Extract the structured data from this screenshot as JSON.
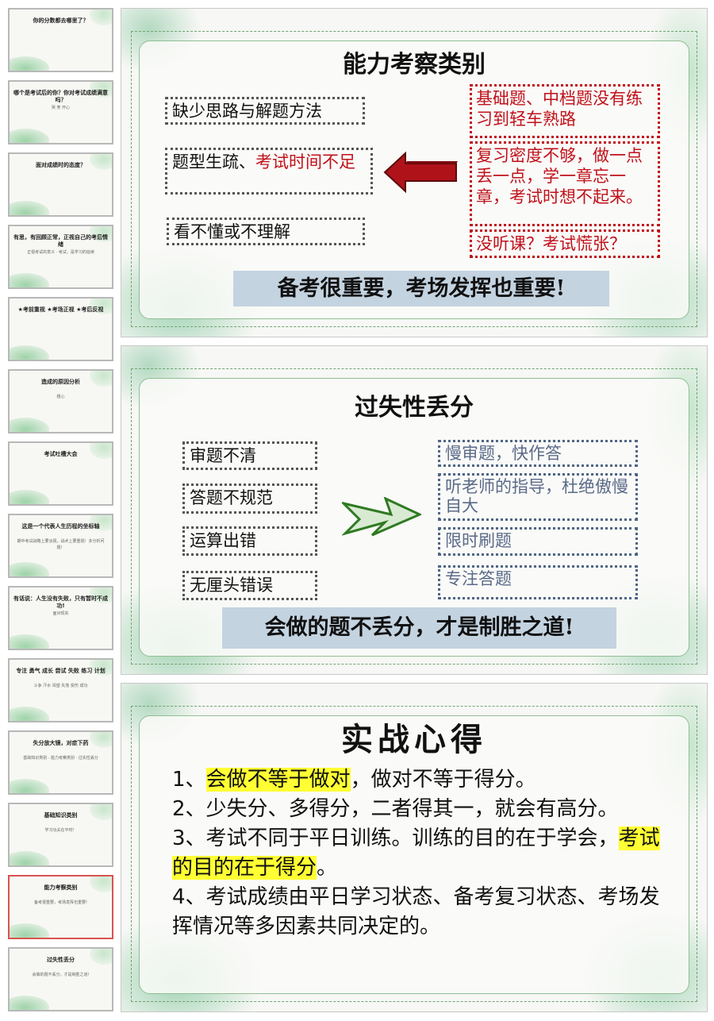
{
  "thumbnails": [
    {
      "title": "你的分数都去哪里了？",
      "sub": ""
    },
    {
      "title": "哪个是考试后的你？你对考试成绩满意吗？",
      "sub": "哭 笑 开心"
    },
    {
      "title": "面对成绩时的态度？",
      "sub": ""
    },
    {
      "title": "有思，有回顾正常，正视自己的考后情绪",
      "sub": "正视考试的意义 · 考试，是学习的延续"
    },
    {
      "title": "★考前重视 ★考场正视 ★考后反视",
      "sub": ""
    },
    {
      "title": "造成的原因分析",
      "sub": "粗心"
    },
    {
      "title": "考试吐槽大会",
      "sub": ""
    },
    {
      "title": "这是一个代表人生历程的坐标轴",
      "sub": "期中考试战略上要淡视，战术上要重视！多分析问题！"
    },
    {
      "title": "有话说：人生没有失败，只有暂时不成功!",
      "sub": "面对现实"
    },
    {
      "title": "专注 勇气 成长 尝试 失败 练习 计划",
      "sub": "斗争 汗水 渴望 失落 受伤 成功"
    },
    {
      "title": "失分放大镜，对症下药",
      "sub": "基础知识类别 · 能力考察类别 · 过失性丢分"
    },
    {
      "title": "基础知识类别",
      "sub": "学习功夫在平时！"
    },
    {
      "title": "能力考察类别",
      "sub": "备考很重要，考场发挥也重要!"
    },
    {
      "title": "过失性丢分",
      "sub": "会做的题不丢分，才是制胜之道!"
    }
  ],
  "selected_thumbnail": 13,
  "slide1": {
    "title": "能力考察类别",
    "left": [
      {
        "text": "缺少思路与解题方法"
      },
      {
        "text": "题型生疏、",
        "red": "考试时间不足"
      },
      {
        "text": "看不懂或不理解"
      }
    ],
    "right": [
      "基础题、中档题没有练习到轻车熟路",
      "复习密度不够，做一点丢一点，学一章忘一章，考试时想不起来。",
      "没听课？考试慌张？"
    ],
    "banner": "备考很重要，考场发挥也重要!"
  },
  "slide2": {
    "title": "过失性丢分",
    "left": [
      "审题不清",
      "答题不规范",
      "运算出错",
      "无厘头错误"
    ],
    "right": [
      "慢审题，快作答",
      "听老师的指导，杜绝傲慢自大",
      "限时刷题",
      "专注答题"
    ],
    "banner": "会做的题不丢分，才是制胜之道!"
  },
  "slide3": {
    "title": "实战心得",
    "items": [
      {
        "prefix": "1、",
        "highlight": "会做不等于做对",
        "rest": "，做对不等于得分。"
      },
      {
        "prefix": "2、",
        "rest": "少失分、多得分，二者得其一，就会有高分。"
      },
      {
        "prefix": "3、",
        "rest": "考试不同于平日训练。训练的目的在于学会，",
        "highlight": "考试的目的在于得分",
        "tail": "。"
      },
      {
        "prefix": "4、",
        "rest": "考试成绩由平日学习状态、备考复习状态、考场发挥情况等多因素共同决定的。"
      }
    ]
  },
  "colors": {
    "red": "#c0111a",
    "banner": "#c4d3e0",
    "highlight": "#ffff33",
    "selected_border": "#d9534f",
    "green_arrow": "#2f7a22"
  }
}
